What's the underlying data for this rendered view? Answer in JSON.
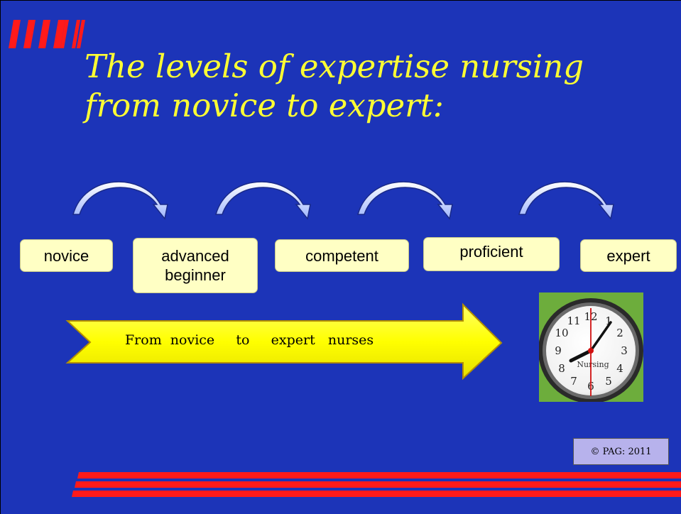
{
  "slide": {
    "title_line1": "The levels of expertise nursing",
    "title_line2": "from novice to expert:",
    "stages": [
      "novice",
      "advanced",
      "beginner",
      "competent",
      "proficient",
      "expert"
    ],
    "banner_text": "From  novice     to     expert   nurses",
    "clock": {
      "label": "Nursing",
      "numbers": [
        "12",
        "1",
        "2",
        "3",
        "4",
        "5",
        "6",
        "7",
        "8",
        "9",
        "10",
        "11"
      ]
    },
    "copyright": "© PAG: 2011",
    "colors": {
      "background": "#1c34b8",
      "title": "#ffff33",
      "box_fill": "#ffffc4",
      "banner_fill": "#ffff00",
      "stripe_red": "#ff1a1a",
      "copyright_fill": "#b7b2ec"
    }
  }
}
